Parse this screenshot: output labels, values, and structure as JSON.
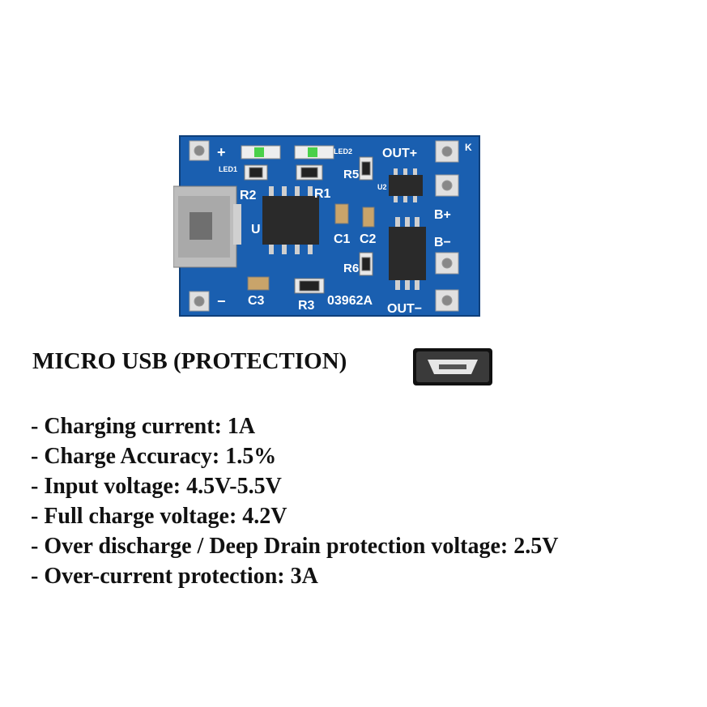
{
  "board": {
    "labels": {
      "led1": "LED1",
      "led2": "LED2",
      "r1": "R1",
      "r2": "R2",
      "r3": "R3",
      "r5": "R5",
      "r6": "R6",
      "c1": "C1",
      "c2": "C2",
      "c3": "C3",
      "u": "U",
      "u2": "U2",
      "out_plus": "OUT+",
      "out_minus": "OUT−",
      "b_plus": "B+",
      "b_minus": "B−",
      "plus": "+",
      "minus": "−",
      "k": "K",
      "serial": "03962A"
    },
    "colors": {
      "pcb": "#1a5fb0",
      "silkscreen": "#ffffff",
      "copper": "#d8d8d8",
      "chip": "#2a2a2a"
    }
  },
  "title": "MICRO USB (PROTECTION)",
  "specs": [
    "- Charging current: 1A",
    "- Charge Accuracy: 1.5%",
    "- Input voltage: 4.5V-5.5V",
    "- Full charge voltage: 4.2V",
    "- Over discharge / Deep Drain protection voltage: 2.5V",
    "- Over-current protection: 3A"
  ],
  "usb_icon": "micro-usb-port-icon"
}
